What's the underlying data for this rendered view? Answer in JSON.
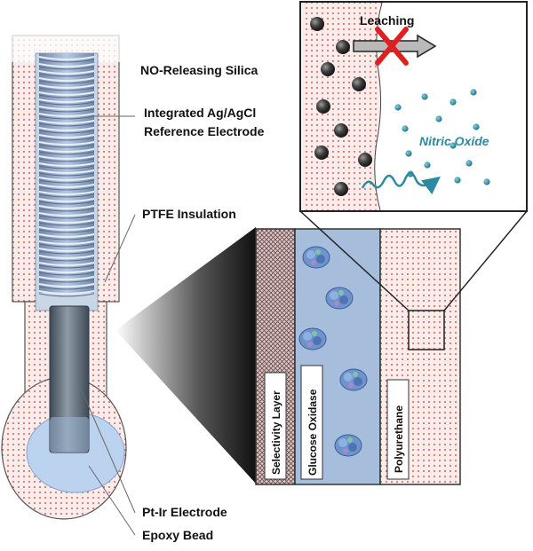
{
  "labels": {
    "no_releasing_silica": "NO-Releasing Silica",
    "reference_electrode_line1": "Integrated Ag/AgCl",
    "reference_electrode_line2": "Reference Electrode",
    "ptfe_insulation": "PTFE Insulation",
    "pt_ir_electrode": "Pt-Ir Electrode",
    "epoxy_bead": "Epoxy Bead",
    "leaching": "Leaching",
    "nitric_oxide": "Nitric Oxide",
    "selectivity_layer": "Selectivity Layer",
    "glucose_oxidase": "Glucose Oxidase",
    "polyurethane": "Polyurethane"
  },
  "colors": {
    "polyurethane_dots": "#c0392b",
    "glucose_oxidase_layer": "#a6bedc",
    "epoxy_bead": "#bcd3ef",
    "wire_coil": "#8fa6c4",
    "nitric_oxide": "#2b8aa0",
    "leaching_blocked_x": "#e02020",
    "enzyme": "#5e86c4",
    "silica_particle": "#3a3a3a"
  },
  "icons": {
    "leaching_blocked": "red-x-icon",
    "no_diffusion": "wavy-arrow-icon"
  }
}
